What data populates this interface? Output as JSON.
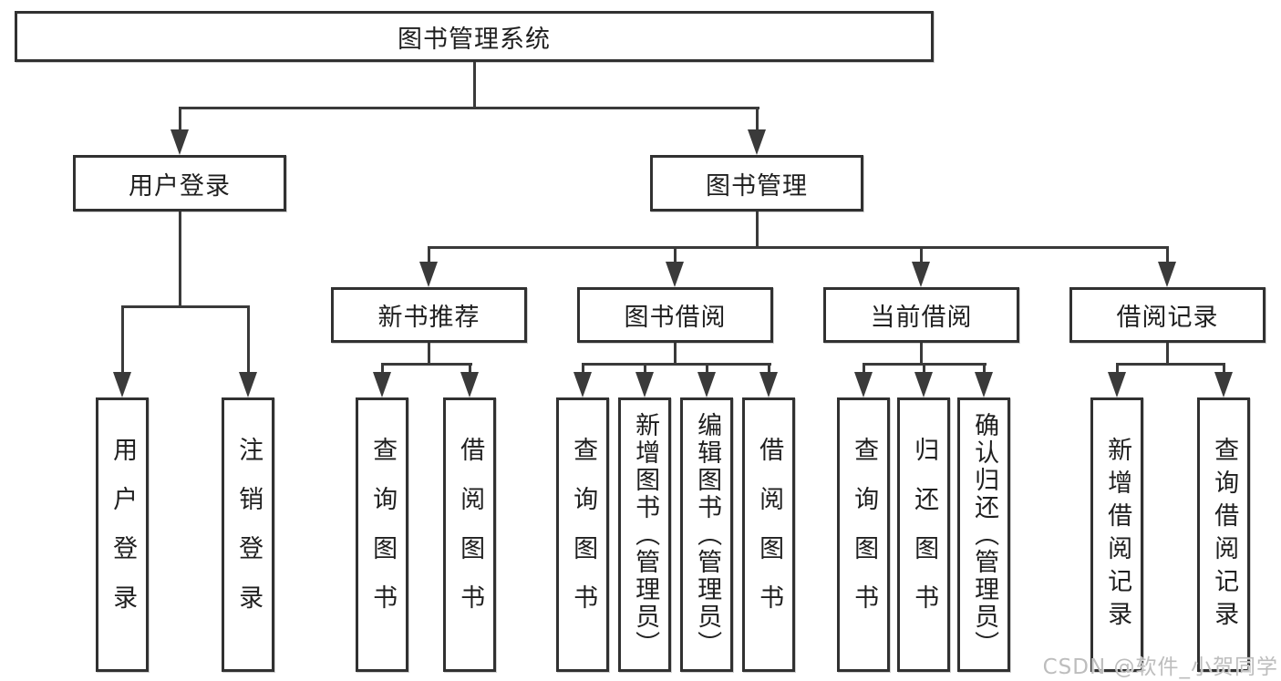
{
  "diagram": {
    "root": {
      "label": "图书管理系统"
    },
    "level2": [
      {
        "label": "用户登录"
      },
      {
        "label": "图书管理"
      }
    ],
    "level3": [
      {
        "label": "新书推荐"
      },
      {
        "label": "图书借阅"
      },
      {
        "label": "当前借阅"
      },
      {
        "label": "借阅记录"
      }
    ],
    "leaves": [
      {
        "label": "用户登录"
      },
      {
        "label": "注销登录"
      },
      {
        "label": "查询图书"
      },
      {
        "label": "借阅图书"
      },
      {
        "label": "查询图书"
      },
      {
        "label": "新增图书（管理员）"
      },
      {
        "label": "编辑图书（管理员）"
      },
      {
        "label": "借阅图书"
      },
      {
        "label": "查询图书"
      },
      {
        "label": "归还图书"
      },
      {
        "label": "确认归还（管理员）"
      },
      {
        "label": "新增借阅记录"
      },
      {
        "label": "查询借阅记录"
      }
    ]
  },
  "watermark": {
    "text": "CSDN @软件_小贺同学"
  },
  "colors": {
    "line": "#3a3a3a",
    "text": "#1f1f1f",
    "background": "#ffffff",
    "watermark": "#bdbdbd"
  }
}
